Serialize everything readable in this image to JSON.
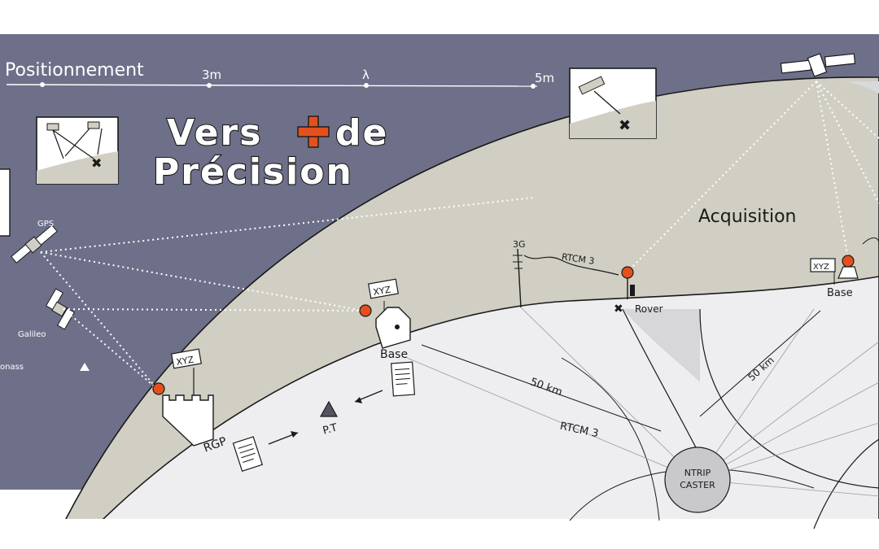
{
  "header": {
    "positionnement": "Positionnement",
    "scale": [
      "3m",
      "λ",
      "5m"
    ]
  },
  "title": {
    "line1_left": "Vers",
    "line1_right": "de",
    "line2": "Précision"
  },
  "colors": {
    "sky": "#6e7089",
    "earth": "#d1cfc3",
    "ground": "#eeeef1",
    "accent": "#e4501d",
    "ink": "#1a1a1a",
    "caster": "#c9c9cb"
  },
  "satellites": {
    "gps": "GPS",
    "galileo": "Galileo",
    "glonass": "onass"
  },
  "labels": {
    "acquisition": "Acquisition",
    "xyz": "XYZ",
    "base_center": "Base",
    "base_right": "Base",
    "rgp": "RGP",
    "pt": "P.T",
    "rover": "Rover",
    "g3": "3G",
    "rtcm_top": "RTCM 3",
    "rtcm_bottom": "RTCM 3",
    "dist_left": "50 km",
    "dist_right": "50 km",
    "ntrip_1": "NTRIP",
    "ntrip_2": "CASTER"
  }
}
